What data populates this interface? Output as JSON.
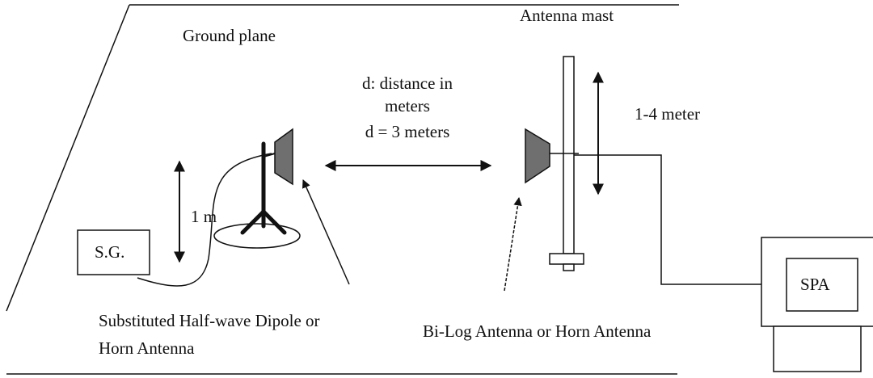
{
  "labels": {
    "ground_plane": "Ground plane",
    "antenna_mast": "Antenna mast",
    "distance_line1": "d: distance in",
    "distance_line2": "meters",
    "distance_line3": "d = 3 meters",
    "height_range": "1-4 meter",
    "one_meter": "1 m",
    "signal_generator": "S.G.",
    "spectrum_analyzer": "SPA",
    "substituted_line1": "Substituted Half-wave Dipole or",
    "substituted_line2": "Horn Antenna",
    "bilog": "Bi-Log Antenna or Horn Antenna"
  },
  "colors": {
    "line": "#111111",
    "antenna_fill": "#6f6f6f",
    "background": "#ffffff"
  }
}
